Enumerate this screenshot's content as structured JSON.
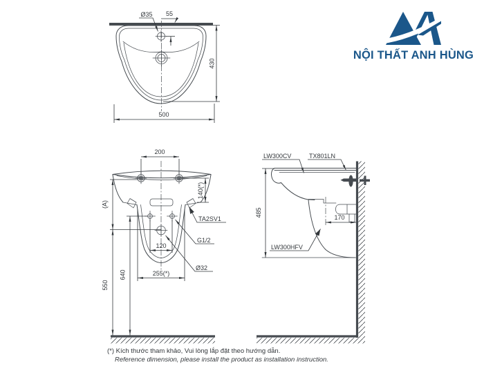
{
  "logo": {
    "company": "NỘI THẤT ANH HÙNG"
  },
  "top_view": {
    "faucet_hole_dia": "Ø35",
    "faucet_offset": "55",
    "depth": "430",
    "width": "500"
  },
  "front_view": {
    "bolt_spacing": "200",
    "bracket_height": "140(*)",
    "ref_height": "(A)",
    "bracket_code": "TA2SV1",
    "supply_thread": "G1/2",
    "supply_spacing": "120",
    "drain_dia": "Ø32",
    "pedestal_width": "255(*)",
    "supply_height": "640",
    "drain_height": "550"
  },
  "side_view": {
    "basin_code": "LW300CV",
    "faucet_code": "TX801LN",
    "overall_height": "485",
    "drain_wall_offset": "170",
    "pedestal_code": "LW300HFV"
  },
  "footer": {
    "note_vi": "(*) Kích thước tham khảo, Vui lòng lắp đặt theo hướng dẫn.",
    "note_en": "Reference dimension, please install the product as installation instruction."
  },
  "colors": {
    "brand": "#1b578a",
    "line": "#464b50",
    "ink": "#33373b"
  }
}
